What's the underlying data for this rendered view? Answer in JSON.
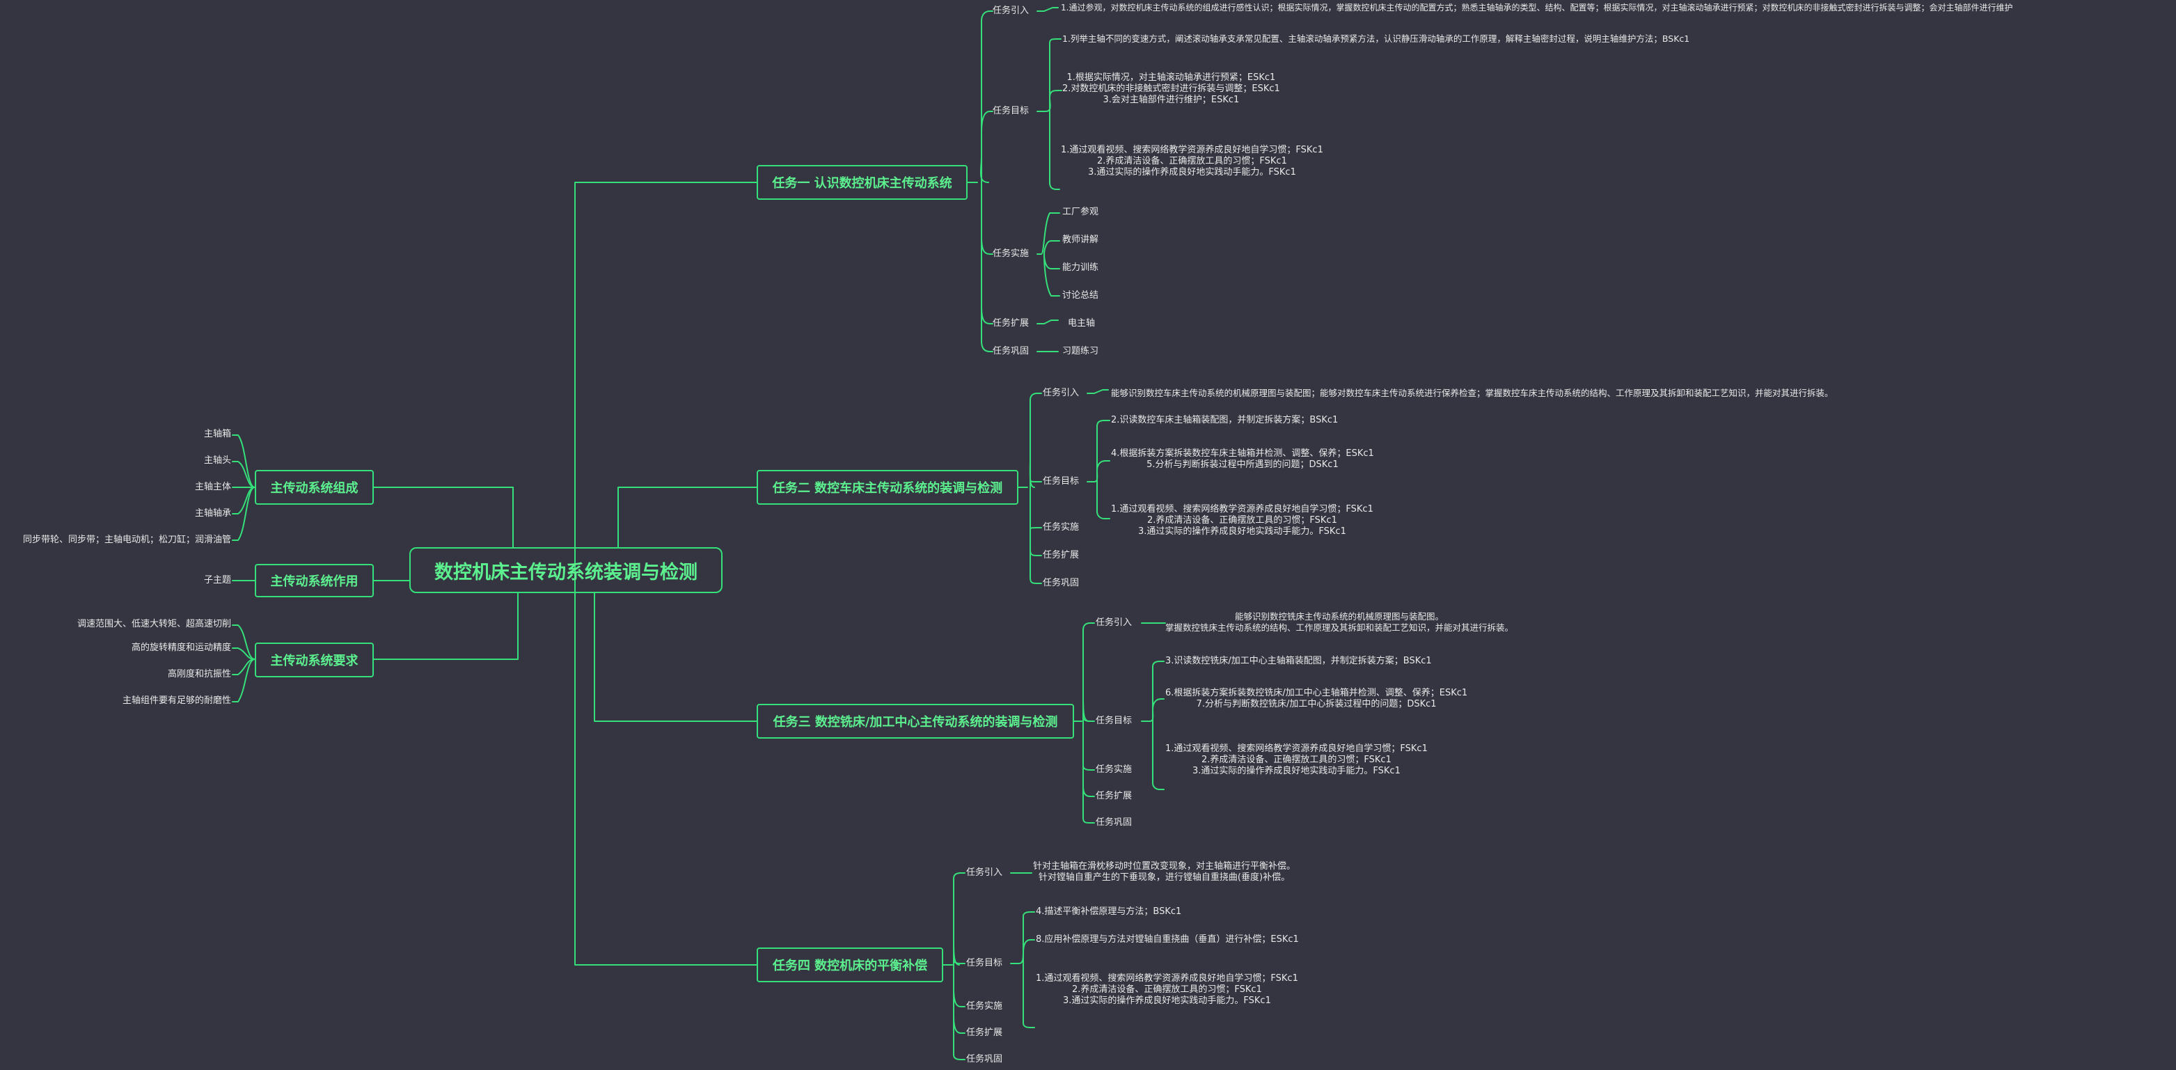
{
  "colors": {
    "background": "#343541",
    "line": "#35e07a",
    "node_text": "#5cf08f",
    "leaf_text": "#e9e9e9"
  },
  "root": "数控机床主传动系统装调与检测",
  "left": {
    "composition": {
      "label": "主传动系统组成",
      "items": [
        "主轴箱",
        "主轴头",
        "主轴主体",
        "主轴轴承",
        "同步带轮、同步带；主轴电动机；松刀缸；润滑油管"
      ]
    },
    "function": {
      "label": "主传动系统作用",
      "items": [
        "子主题"
      ]
    },
    "requirement": {
      "label": "主传动系统要求",
      "items": [
        "调速范围大、低速大转矩、超高速切削",
        "高的旋转精度和运动精度",
        "高刚度和抗振性",
        "主轴组件要有足够的耐磨性"
      ]
    }
  },
  "t1": {
    "label": "任务一 认识数控机床主传动系统",
    "intro": {
      "label": "任务引入",
      "text": "1.通过参观，对数控机床主传动系统的组成进行感性认识；根据实际情况，掌握数控机床主传动的配置方式；熟悉主轴轴承的类型、结构、配置等；根据实际情况，对主轴滚动轴承进行预紧；对数控机床的非接触式密封进行拆装与调整；会对主轴部件进行维护"
    },
    "goal": {
      "label": "任务目标",
      "g1": "1.列举主轴不同的变速方式，阐述滚动轴承支承常见配置、主轴滚动轴承预紧方法，认识静压滑动轴承的工作原理，解释主轴密封过程，说明主轴维护方法；BSKc1",
      "g2": [
        "1.根据实际情况，对主轴滚动轴承进行预紧；ESKc1",
        "2.对数控机床的非接触式密封进行拆装与调整；ESKc1",
        "3.会对主轴部件进行维护；ESKc1"
      ],
      "g3": [
        "1.通过观看视频、搜索网络教学资源养成良好地自学习惯；FSKc1",
        "2.养成清洁设备、正确摆放工具的习惯；FSKc1",
        "3.通过实际的操作养成良好地实践动手能力。FSKc1"
      ]
    },
    "impl": {
      "label": "任务实施",
      "items": [
        "工厂参观",
        "教师讲解",
        "能力训练",
        "讨论总结"
      ]
    },
    "ext": {
      "label": "任务扩展",
      "item": "电主轴"
    },
    "cons": {
      "label": "任务巩固",
      "item": "习题练习"
    }
  },
  "t2": {
    "label": "任务二 数控车床主传动系统的装调与检测",
    "intro": {
      "label": "任务引入",
      "text": "能够识别数控车床主传动系统的机械原理图与装配图；能够对数控车床主传动系统进行保养检查；掌握数控车床主传动系统的结构、工作原理及其拆卸和装配工艺知识，并能对其进行拆装。"
    },
    "goal": {
      "label": "任务目标",
      "g1": "2.识读数控车床主轴箱装配图，并制定拆装方案；BSKc1",
      "g2": [
        "4.根据拆装方案拆装数控车床主轴箱并检测、调整、保养；ESKc1",
        "5.分析与判断拆装过程中所遇到的问题；DSKc1"
      ],
      "g3": [
        "1.通过观看视频、搜索网络教学资源养成良好地自学习惯；FSKc1",
        "2.养成清洁设备、正确摆放工具的习惯；FSKc1",
        "3.通过实际的操作养成良好地实践动手能力。FSKc1"
      ]
    },
    "impl": {
      "label": "任务实施"
    },
    "ext": {
      "label": "任务扩展"
    },
    "cons": {
      "label": "任务巩固"
    }
  },
  "t3": {
    "label": "任务三 数控铣床/加工中心主传动系统的装调与检测",
    "intro": {
      "label": "任务引入",
      "lines": [
        "能够识别数控铣床主传动系统的机械原理图与装配图。",
        "掌握数控铣床主传动系统的结构、工作原理及其拆卸和装配工艺知识，并能对其进行拆装。"
      ]
    },
    "goal": {
      "label": "任务目标",
      "g1": "3.识读数控铣床/加工中心主轴箱装配图，并制定拆装方案；BSKc1",
      "g2": [
        "6.根据拆装方案拆装数控铣床/加工中心主轴箱并检测、调整、保养；ESKc1",
        "7.分析与判断数控铣床/加工中心拆装过程中的问题；DSKc1"
      ],
      "g3": [
        "1.通过观看视频、搜索网络教学资源养成良好地自学习惯；FSKc1",
        "2.养成清洁设备、正确摆放工具的习惯；FSKc1",
        "3.通过实际的操作养成良好地实践动手能力。FSKc1"
      ]
    },
    "impl": {
      "label": "任务实施"
    },
    "ext": {
      "label": "任务扩展"
    },
    "cons": {
      "label": "任务巩固"
    }
  },
  "t4": {
    "label": "任务四 数控机床的平衡补偿",
    "intro": {
      "label": "任务引入",
      "lines": [
        "针对主轴箱在滑枕移动时位置改变现象，对主轴箱进行平衡补偿。",
        "针对镗轴自重产生的下垂现象，进行镗轴自重挠曲(垂度)补偿。"
      ]
    },
    "goal": {
      "label": "任务目标",
      "g1": "4.描述平衡补偿原理与方法；BSKc1",
      "g2": "8.应用补偿原理与方法对镗轴自重挠曲（垂直）进行补偿；ESKc1",
      "g3": [
        "1.通过观看视频、搜索网络教学资源养成良好地自学习惯；FSKc1",
        "2.养成清洁设备、正确摆放工具的习惯；FSKc1",
        "3.通过实际的操作养成良好地实践动手能力。FSKc1"
      ]
    },
    "impl": {
      "label": "任务实施"
    },
    "ext": {
      "label": "任务扩展"
    },
    "cons": {
      "label": "任务巩固"
    }
  }
}
